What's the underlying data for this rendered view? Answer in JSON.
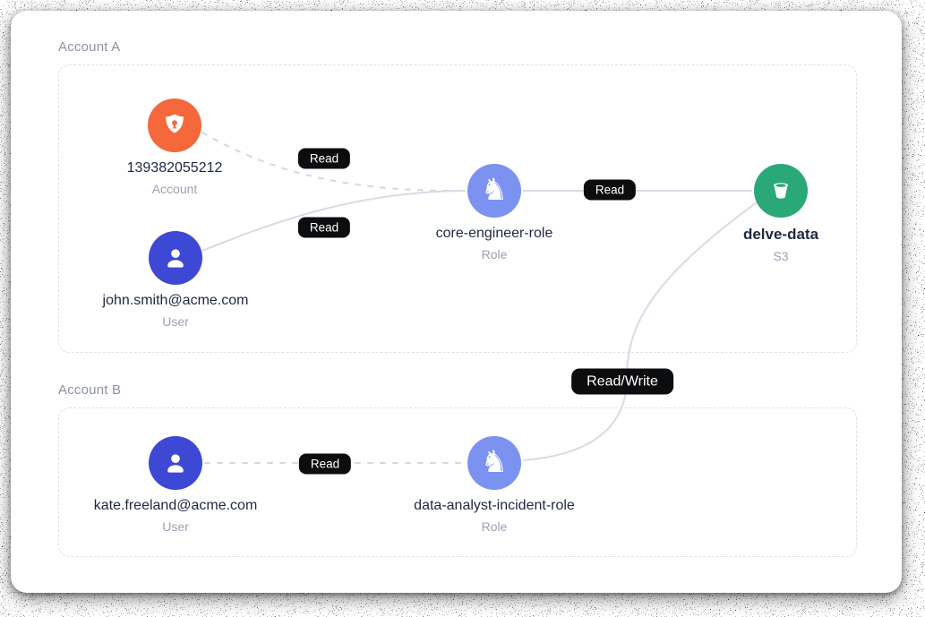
{
  "groups": [
    {
      "label": "Account A"
    },
    {
      "label": "Account B"
    }
  ],
  "nodes": [
    {
      "name": "139382055212",
      "type_label": "Account",
      "icon": "shield-lock-icon",
      "color": "#F4683C"
    },
    {
      "name": "john.smith@acme.com",
      "type_label": "User",
      "icon": "user-icon",
      "color": "#3D49D4"
    },
    {
      "name": "core-engineer-role",
      "type_label": "Role",
      "icon": "knight-icon",
      "color": "#7B92F1"
    },
    {
      "name": "delve-data",
      "type_label": "S3",
      "icon": "s3-bucket-icon",
      "color": "#2AA878"
    },
    {
      "name": "kate.freeland@acme.com",
      "type_label": "User",
      "icon": "user-icon",
      "color": "#3D49D4"
    },
    {
      "name": "data-analyst-incident-role",
      "type_label": "Role",
      "icon": "knight-icon",
      "color": "#7B92F1"
    }
  ],
  "edges": [
    {
      "from": "139382055212",
      "to": "core-engineer-role",
      "label": "Read",
      "style": "dashed"
    },
    {
      "from": "john.smith@acme.com",
      "to": "core-engineer-role",
      "label": "Read",
      "style": "solid"
    },
    {
      "from": "core-engineer-role",
      "to": "delve-data",
      "label": "Read",
      "style": "solid"
    },
    {
      "from": "data-analyst-incident-role",
      "to": "delve-data",
      "label": "Read/Write",
      "style": "solid"
    },
    {
      "from": "kate.freeland@acme.com",
      "to": "data-analyst-incident-role",
      "label": "Read",
      "style": "dashed"
    }
  ],
  "colors": {
    "card_bg": "#FFFFFF",
    "edge_line": "#D7DBE6",
    "badge_bg": "#0C0D0F",
    "badge_text": "#FFFFFF",
    "name_text": "#1F2840",
    "sub_text": "#9AA2B4",
    "group_label": "#8A92A6",
    "group_border": "#DDE1EB",
    "account_icon": "#F4683C",
    "user_icon": "#3D49D4",
    "role_icon": "#7B92F1",
    "s3_icon": "#2AA878"
  }
}
